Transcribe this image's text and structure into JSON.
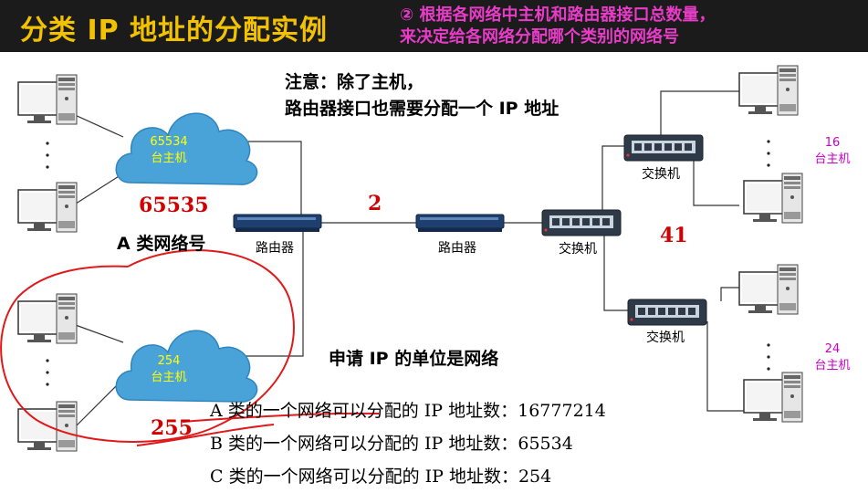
{
  "header": {
    "title": "分类 IP 地址的分配实例",
    "subtitle_line1": "② 根据各网络中主机和路由器接口总数量，",
    "subtitle_line2": "来决定给各网络分配哪个类别的网络号"
  },
  "note": {
    "line1": "注意：除了主机，",
    "line2": "路由器接口也需要分配一个 IP 地址"
  },
  "clouds": {
    "top": {
      "count": "65534",
      "label": "台主机"
    },
    "bottom": {
      "count": "254",
      "label": "台主机"
    }
  },
  "red_numbers": {
    "top_network": "65535",
    "router_link": "2",
    "right_network": "41",
    "bottom_network": "255"
  },
  "class_a_label": "A 类网络号",
  "devices": {
    "router_left": "路由器",
    "router_mid": "路由器",
    "switch_center": "交换机",
    "switch_top_right": "交换机",
    "switch_bottom_right": "交换机"
  },
  "host_groups": {
    "top_right": {
      "count": "16",
      "label": "台主机"
    },
    "bottom_right": {
      "count": "24",
      "label": "台主机"
    }
  },
  "allocation": {
    "heading": "申请 IP 的单位是网络",
    "class_a": "A 类的一个网络可以分配的 IP 地址数：16777214",
    "class_b": "B 类的一个网络可以分配的 IP 地址数：65534",
    "class_c": "C 类的一个网络可以分配的 IP 地址数：254"
  },
  "colors": {
    "header_bg": "#1b1b1b",
    "title": "#f2c200",
    "subtitle": "#e83cc8",
    "highlight_red": "#d00000",
    "cloud_fill": "#4aa3d8",
    "cloud_text": "#ffff00",
    "host_label": "#c800c8",
    "device_blue": "#1f3f6e"
  }
}
